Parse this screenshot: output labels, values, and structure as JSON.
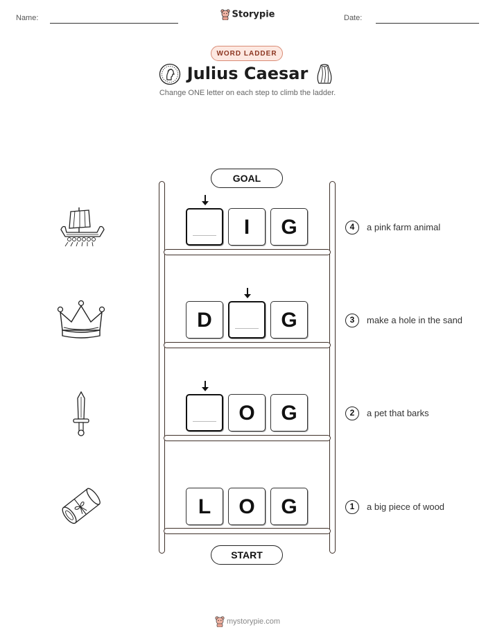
{
  "header": {
    "name_label": "Name:",
    "date_label": "Date:",
    "brand": "Storypie"
  },
  "badge": "WORD LADDER",
  "title": "Julius Caesar",
  "subtitle": "Change ONE letter on each step to climb the ladder.",
  "goal_label": "GOAL",
  "start_label": "START",
  "rows": [
    {
      "step": "4",
      "letters": [
        "",
        "I",
        "G"
      ],
      "clue": "a pink farm animal",
      "icon": "viking-ship-icon"
    },
    {
      "step": "3",
      "letters": [
        "D",
        "",
        "G"
      ],
      "clue": "make a hole in the sand",
      "icon": "crown-icon"
    },
    {
      "step": "2",
      "letters": [
        "",
        "O",
        "G"
      ],
      "clue": "a pet that barks",
      "icon": "sword-icon"
    },
    {
      "step": "1",
      "letters": [
        "L",
        "O",
        "G"
      ],
      "clue": "a big piece of wood",
      "icon": "scroll-icon"
    }
  ],
  "footer": "mystorypie.com",
  "colors": {
    "ladder": "#3e2f28",
    "badge_bg": "#fde8e1",
    "badge_text": "#8b3520"
  }
}
